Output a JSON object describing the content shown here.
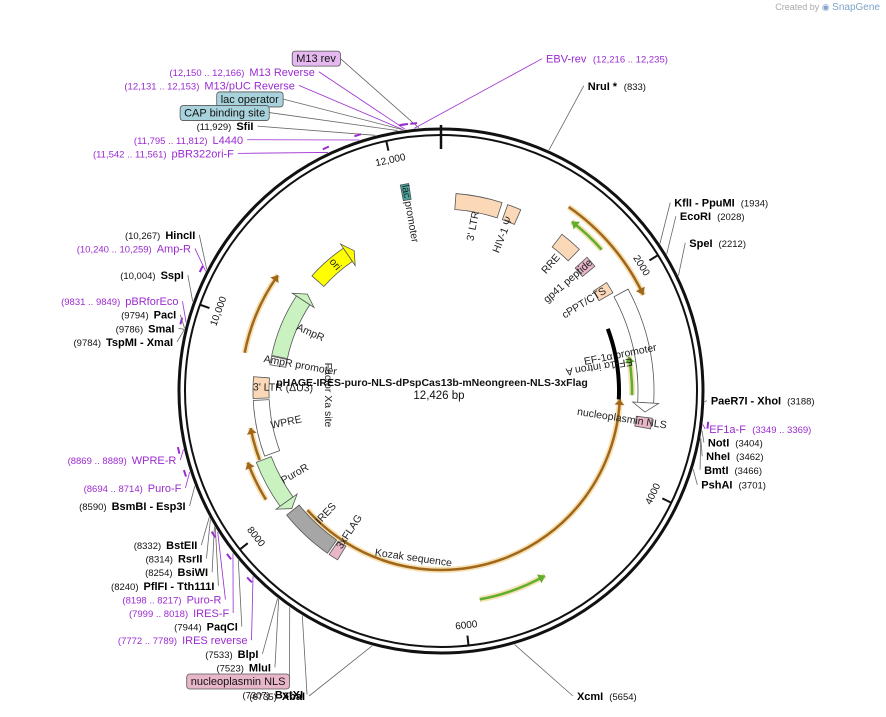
{
  "credit": {
    "prefix": "Created by",
    "brand": "SnapGene"
  },
  "plasmid": {
    "name": "pHAGE-IRES-puro-NLS-dPspCas13b-mNeongreen-NLS-3xFlag",
    "size": "12,426 bp",
    "length": 12426
  },
  "colors": {
    "enzyme": "#000000",
    "primer": "#9b2bd0",
    "boxed_purple_fill": "#e6b8f0",
    "boxed_blue_fill": "#a9d3dc",
    "boxed_pink_fill": "#e8b6c9",
    "ltr": "#fbd9b8",
    "ori": "#ffff00",
    "green_feature": "#c9f2c0",
    "gray_feature": "#a6a6a6",
    "orf": "#f5a623"
  },
  "ticks": [
    {
      "pos": 2000,
      "label": "2000"
    },
    {
      "pos": 4000,
      "label": "4000"
    },
    {
      "pos": 6000,
      "label": "6000"
    },
    {
      "pos": 8000,
      "label": "8000"
    },
    {
      "pos": 10000,
      "label": "10,000"
    },
    {
      "pos": 12000,
      "label": "12,000"
    }
  ],
  "labels": [
    {
      "id": "m13-rev",
      "name": "M13 rev",
      "coord": "",
      "kind": "boxed-purple",
      "side": "left",
      "pos": 12260
    },
    {
      "id": "ebv-rev",
      "name": "EBV-rev",
      "coord": "(12,216 .. 12,235)",
      "kind": "primer",
      "side": "right",
      "pos": 12225
    },
    {
      "id": "m13-reverse",
      "name": "M13 Reverse",
      "coord": "(12,150 .. 12,166)",
      "kind": "primer",
      "side": "left",
      "pos": 12158
    },
    {
      "id": "lac-operator",
      "name": "lac operator",
      "coord": "",
      "kind": "boxed-blue",
      "side": "left",
      "pos": 12140
    },
    {
      "id": "m13-puc-reverse",
      "name": "M13/pUC Reverse",
      "coord": "(12,131 .. 12,153)",
      "kind": "primer",
      "side": "left",
      "pos": 12142
    },
    {
      "id": "cap-binding-site",
      "name": "CAP binding site",
      "coord": "",
      "kind": "boxed-blue",
      "side": "left",
      "pos": 12100
    },
    {
      "id": "sfii",
      "name": "SfiI",
      "coord": "(11,929)",
      "kind": "enzyme",
      "side": "left",
      "pos": 11929
    },
    {
      "id": "l4440",
      "name": "L4440",
      "coord": "(11,795 .. 11,812)",
      "kind": "primer",
      "side": "left",
      "pos": 11803
    },
    {
      "id": "pbr322ori-f",
      "name": "pBR322ori-F",
      "coord": "(11,542 .. 11,561)",
      "kind": "primer",
      "side": "left",
      "pos": 11551
    },
    {
      "id": "nrui",
      "name": "NruI *",
      "coord": "(833)",
      "kind": "enzyme",
      "side": "right",
      "pos": 833
    },
    {
      "id": "kfli-ppumi",
      "name": "KflI  - PpuMI",
      "coord": "(1934)",
      "kind": "enzyme",
      "side": "right",
      "pos": 1934
    },
    {
      "id": "ecori",
      "name": "EcoRI",
      "coord": "(2028)",
      "kind": "enzyme",
      "side": "right",
      "pos": 2028
    },
    {
      "id": "spei",
      "name": "SpeI",
      "coord": "(2212)",
      "kind": "enzyme",
      "side": "right",
      "pos": 2212
    },
    {
      "id": "paer7i-xhoi",
      "name": "PaeR7I  - XhoI",
      "coord": "(3188)",
      "kind": "enzyme",
      "side": "right",
      "pos": 3188
    },
    {
      "id": "ef1a-f",
      "name": "EF1a-F",
      "coord": "(3349 .. 3369)",
      "kind": "primer",
      "side": "right",
      "pos": 3359
    },
    {
      "id": "noti",
      "name": "NotI",
      "coord": "(3404)",
      "kind": "enzyme",
      "side": "right",
      "pos": 3404
    },
    {
      "id": "nhei",
      "name": "NheI",
      "coord": "(3462)",
      "kind": "enzyme",
      "side": "right",
      "pos": 3462
    },
    {
      "id": "bmti",
      "name": "BmtI",
      "coord": "(3466)",
      "kind": "enzyme",
      "side": "right",
      "pos": 3466
    },
    {
      "id": "pshai",
      "name": "PshAI",
      "coord": "(3701)",
      "kind": "enzyme",
      "side": "right",
      "pos": 3701
    },
    {
      "id": "xcmi",
      "name": "XcmI",
      "coord": "(5654)",
      "kind": "enzyme",
      "side": "right",
      "pos": 5654
    },
    {
      "id": "xbai",
      "name": "XbaI",
      "coord": "(6735)",
      "kind": "enzyme",
      "side": "left",
      "pos": 6735
    },
    {
      "id": "bstxi",
      "name": "BstXI",
      "coord": "(7307)",
      "kind": "enzyme",
      "side": "left",
      "pos": 7307
    },
    {
      "id": "nucleoplasmin-nls-box",
      "name": "nucleoplasmin NLS",
      "coord": "",
      "kind": "boxed-pink",
      "side": "left",
      "pos": 7420
    },
    {
      "id": "mlui",
      "name": "MluI",
      "coord": "(7523)",
      "kind": "enzyme",
      "side": "left",
      "pos": 7523
    },
    {
      "id": "blpi",
      "name": "BlpI",
      "coord": "(7533)",
      "kind": "enzyme",
      "side": "left",
      "pos": 7533
    },
    {
      "id": "ires-reverse",
      "name": "IRES reverse",
      "coord": "(7772 .. 7789)",
      "kind": "primer",
      "side": "left",
      "pos": 7780
    },
    {
      "id": "paqci",
      "name": "PaqCI",
      "coord": "(7944)",
      "kind": "enzyme",
      "side": "left",
      "pos": 7944
    },
    {
      "id": "ires-f",
      "name": "IRES-F",
      "coord": "(7999 .. 8018)",
      "kind": "primer",
      "side": "left",
      "pos": 8008
    },
    {
      "id": "puro-r",
      "name": "Puro-R",
      "coord": "(8198 .. 8217)",
      "kind": "primer",
      "side": "left",
      "pos": 8207
    },
    {
      "id": "pflfi-tth111i",
      "name": "PflFI  - Tth111I",
      "coord": "(8240)",
      "kind": "enzyme",
      "side": "left",
      "pos": 8240
    },
    {
      "id": "bsiwi",
      "name": "BsiWI",
      "coord": "(8254)",
      "kind": "enzyme",
      "side": "left",
      "pos": 8254
    },
    {
      "id": "rsrii",
      "name": "RsrII",
      "coord": "(8314)",
      "kind": "enzyme",
      "side": "left",
      "pos": 8314
    },
    {
      "id": "bsteii",
      "name": "BstEII",
      "coord": "(8332)",
      "kind": "enzyme",
      "side": "left",
      "pos": 8332
    },
    {
      "id": "bsmbi-esp3i",
      "name": "BsmBI  - Esp3I",
      "coord": "(8590)",
      "kind": "enzyme",
      "side": "left",
      "pos": 8590
    },
    {
      "id": "puro-f",
      "name": "Puro-F",
      "coord": "(8694 .. 8714)",
      "kind": "primer",
      "side": "left",
      "pos": 8704
    },
    {
      "id": "wpre-r",
      "name": "WPRE-R",
      "coord": "(8869 .. 8889)",
      "kind": "primer",
      "side": "left",
      "pos": 8879
    },
    {
      "id": "tspmi-xmai",
      "name": "TspMI  - XmaI",
      "coord": "(9784)",
      "kind": "enzyme",
      "side": "left",
      "pos": 9784
    },
    {
      "id": "smai",
      "name": "SmaI",
      "coord": "(9786)",
      "kind": "enzyme",
      "side": "left",
      "pos": 9786
    },
    {
      "id": "paci",
      "name": "PacI",
      "coord": "(9794)",
      "kind": "enzyme",
      "side": "left",
      "pos": 9794
    },
    {
      "id": "pbrforeco",
      "name": "pBRforEco",
      "coord": "(9831 .. 9849)",
      "kind": "primer",
      "side": "left",
      "pos": 9840
    },
    {
      "id": "sspi",
      "name": "SspI",
      "coord": "(10,004)",
      "kind": "enzyme",
      "side": "left",
      "pos": 10004
    },
    {
      "id": "amp-r",
      "name": "Amp-R",
      "coord": "(10,240 .. 10,259)",
      "kind": "primer",
      "side": "left",
      "pos": 10250
    },
    {
      "id": "hincii",
      "name": "HincII",
      "coord": "(10,267)",
      "kind": "enzyme",
      "side": "left",
      "pos": 10267
    }
  ],
  "features": [
    {
      "id": "ltr-3",
      "label": "3' LTR",
      "type": "box",
      "start": 150,
      "end": 620,
      "color": "ltr"
    },
    {
      "id": "hiv-psi",
      "label": "HIV-1 Ψ",
      "type": "box",
      "start": 680,
      "end": 820,
      "color": "ltr"
    },
    {
      "id": "rre",
      "label": "RRE",
      "type": "box",
      "start": 1300,
      "end": 1530,
      "color": "ltr"
    },
    {
      "id": "gp41",
      "label": "gp41 peptide",
      "type": "box",
      "start": 1640,
      "end": 1760,
      "color": "pink"
    },
    {
      "id": "cppt",
      "label": "cPPT/CTS",
      "type": "box",
      "start": 1960,
      "end": 2080,
      "color": "ltr"
    },
    {
      "id": "ef1a-promoter",
      "label": "EF-1α promoter",
      "type": "arrow-cw",
      "start": 2120,
      "end": 3310,
      "color": "white"
    },
    {
      "id": "ef1a-intron",
      "label": "EF-1α intron A",
      "type": "bar",
      "start": 2400,
      "end": 3200
    },
    {
      "id": "nucleoplasmin-nls",
      "label": "nucleoplasmin NLS",
      "type": "box",
      "start": 3360,
      "end": 3460,
      "color": "pink"
    },
    {
      "id": "kozak",
      "label": "Kozak sequence",
      "type": "text",
      "pos": 5150
    },
    {
      "id": "flag",
      "label": "3xFLAG",
      "type": "box",
      "start": 7300,
      "end": 7400,
      "color": "pink"
    },
    {
      "id": "ires",
      "label": "IRES",
      "type": "box",
      "start": 7420,
      "end": 7980,
      "color": "gray"
    },
    {
      "id": "puror",
      "label": "PuroR",
      "type": "arrow-ccw",
      "start": 8000,
      "end": 8590,
      "color": "green"
    },
    {
      "id": "wpre",
      "label": "WPRE",
      "type": "box",
      "start": 8620,
      "end": 9220,
      "color": "white"
    },
    {
      "id": "ltr-5",
      "label": "3' LTR (ΔU3)",
      "type": "box",
      "start": 9240,
      "end": 9470,
      "color": "ltr"
    },
    {
      "id": "factor-xa",
      "label": "Factor Xa site",
      "type": "text",
      "pos": 0
    },
    {
      "id": "ampr-promoter",
      "label": "AmpR promoter",
      "type": "box",
      "start": 9620,
      "end": 9720,
      "color": "white"
    },
    {
      "id": "ampr",
      "label": "AmpR",
      "type": "arrow-cw",
      "start": 9730,
      "end": 10560,
      "color": "green"
    },
    {
      "id": "ori",
      "label": "ori",
      "type": "arrow-cw",
      "start": 10760,
      "end": 11330,
      "color": "ori"
    },
    {
      "id": "lac-promoter",
      "label": "lac promoter",
      "type": "box",
      "start": 12040,
      "end": 12120,
      "color": "multi"
    }
  ],
  "orfs": [
    {
      "start": 1200,
      "end": 2230,
      "dir": "cw"
    },
    {
      "start": 1300,
      "end": 1680,
      "dir": "ccw"
    },
    {
      "start": 2750,
      "end": 3150,
      "dir": "ccw"
    },
    {
      "start": 3200,
      "end": 7880,
      "dir": "ccw"
    },
    {
      "start": 5200,
      "end": 5850,
      "dir": "ccw"
    },
    {
      "start": 8220,
      "end": 8620,
      "dir": "cw"
    },
    {
      "start": 8600,
      "end": 8940,
      "dir": "cw"
    },
    {
      "start": 9700,
      "end": 10540,
      "dir": "cw"
    }
  ]
}
